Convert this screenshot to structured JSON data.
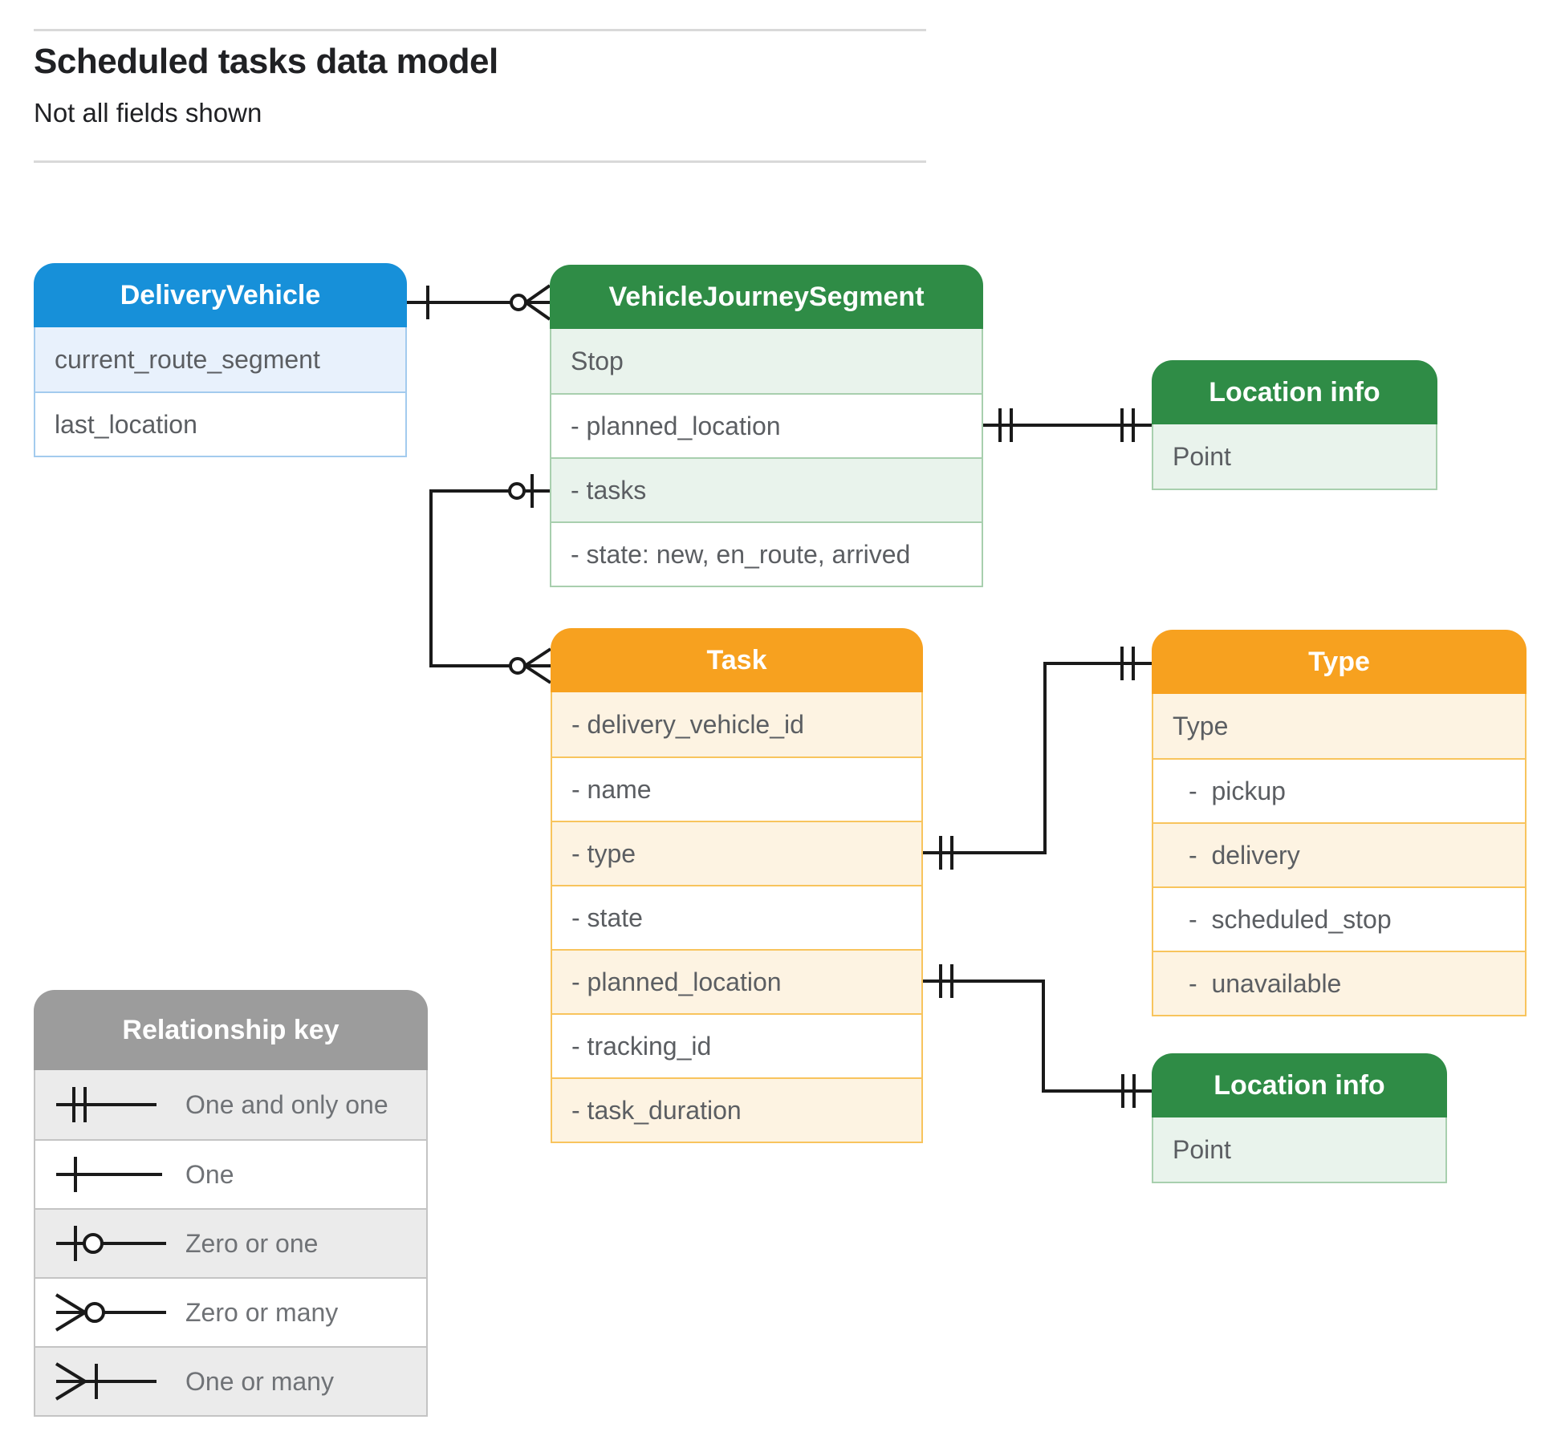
{
  "page": {
    "title": "Scheduled tasks data model",
    "subtitle": "Not all fields shown"
  },
  "colors": {
    "blue_header": "#1790d9",
    "blue_tint": "#e8f1fc",
    "green_header": "#2f8c46",
    "green_tint": "#e9f3ec",
    "orange_header": "#f7a11f",
    "orange_tint": "#fdf3e2",
    "gray_header": "#9c9c9c",
    "gray_tint": "#ebebeb",
    "connector_line": "#1a1a1a",
    "field_text": "#5b5e62"
  },
  "entities": {
    "delivery_vehicle": {
      "title": "DeliveryVehicle",
      "fields": [
        "current_route_segment",
        "last_location"
      ]
    },
    "vehicle_journey_segment": {
      "title": "VehicleJourneySegment",
      "fields": [
        "Stop",
        "- planned_location",
        "- tasks",
        "- state: new, en_route, arrived"
      ]
    },
    "location_info_top": {
      "title": "Location info",
      "fields": [
        "Point"
      ]
    },
    "task": {
      "title": "Task",
      "fields": [
        "- delivery_vehicle_id",
        "- name",
        "- type",
        "- state",
        "- planned_location",
        "- tracking_id",
        "- task_duration"
      ]
    },
    "type": {
      "title": "Type",
      "fields": [
        "Type",
        "-  pickup",
        "-  delivery",
        "-  scheduled_stop",
        "-  unavailable"
      ]
    },
    "location_info_bottom": {
      "title": "Location info",
      "fields": [
        "Point"
      ]
    }
  },
  "legend": {
    "title": "Relationship key",
    "rows": [
      {
        "symbol": "one-and-only-one",
        "label": "One and only one"
      },
      {
        "symbol": "one",
        "label": "One"
      },
      {
        "symbol": "zero-or-one",
        "label": "Zero or one"
      },
      {
        "symbol": "zero-or-many",
        "label": "Zero or many"
      },
      {
        "symbol": "one-or-many",
        "label": "One or many"
      }
    ]
  }
}
